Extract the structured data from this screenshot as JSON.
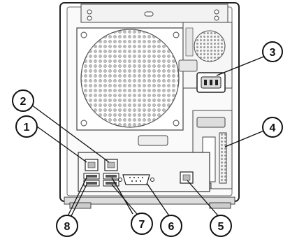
{
  "diagram": {
    "callouts": [
      {
        "id": "c1",
        "label": "1"
      },
      {
        "id": "c2",
        "label": "2"
      },
      {
        "id": "c3",
        "label": "3"
      },
      {
        "id": "c4",
        "label": "4"
      },
      {
        "id": "c5",
        "label": "5"
      },
      {
        "id": "c6",
        "label": "6"
      },
      {
        "id": "c7",
        "label": "7"
      },
      {
        "id": "c8",
        "label": "8"
      }
    ]
  },
  "colors": {
    "chassis": "#ffffff",
    "outline": "#222222",
    "panel": "#f4f4f4",
    "hole": "#b9b9b9",
    "dark": "#555555"
  }
}
